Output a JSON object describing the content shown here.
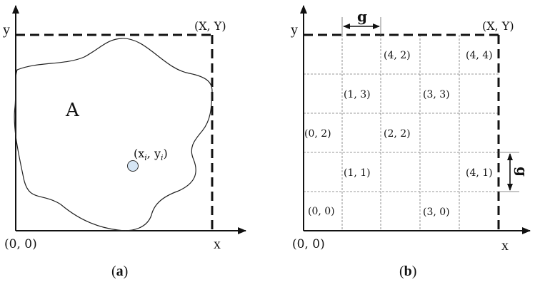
{
  "panel_a": {
    "y_axis": "y",
    "x_axis": "x",
    "origin": "(0, 0)",
    "corner": "(X, Y)",
    "region_label": "A",
    "point_label": "(x",
    "point_sub_x": "i",
    "point_mid": ", y",
    "point_sub_y": "i",
    "point_end": ")",
    "point_fill": "#d6e6f5",
    "caption_open": "(",
    "caption_letter": "a",
    "caption_close": ")"
  },
  "panel_b": {
    "y_axis": "y",
    "x_axis": "x",
    "origin": "(0, 0)",
    "corner": "(X, Y)",
    "grid_size_label": "g",
    "grid_size_label_vertical": "g",
    "cells": [
      "(4, 2)",
      "(4, 4)",
      "(1, 3)",
      "(3, 3)",
      "(0, 2)",
      "(2, 2)",
      "(1, 1)",
      "(4, 1)",
      "(0, 0)",
      "(3, 0)"
    ],
    "caption_open": "(",
    "caption_letter": "b",
    "caption_close": ")"
  }
}
